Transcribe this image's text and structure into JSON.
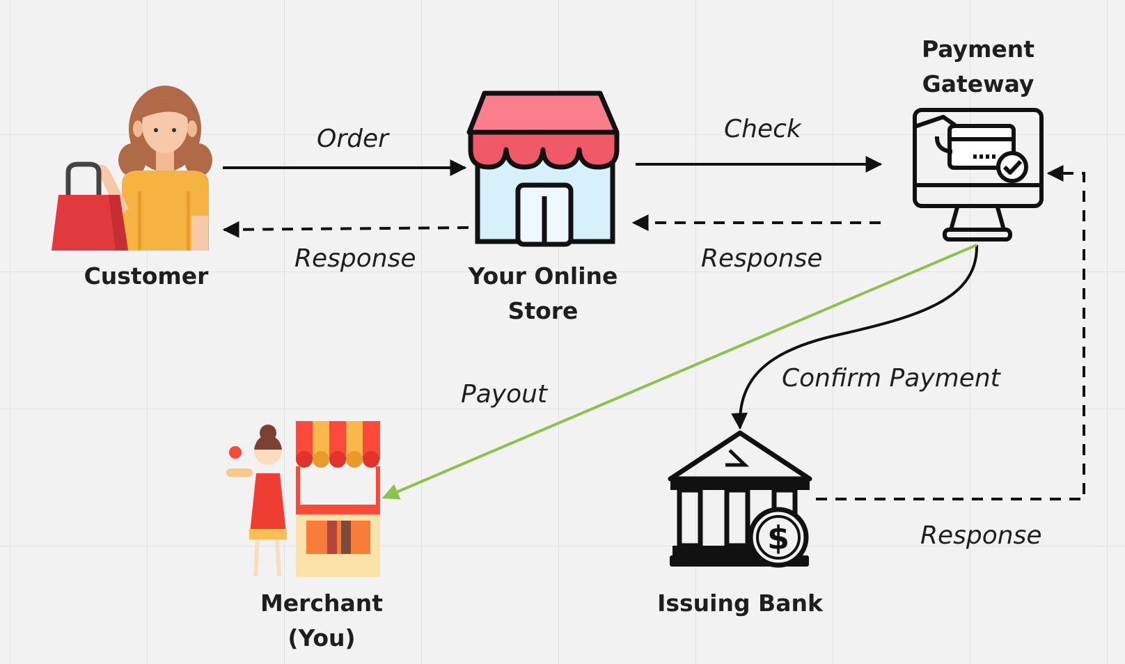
{
  "nodes": {
    "customer": {
      "label": "Customer"
    },
    "store": {
      "label_line1": "Your Online",
      "label_line2": "Store"
    },
    "gateway": {
      "label_line1": "Payment",
      "label_line2": "Gateway"
    },
    "merchant": {
      "label_line1": "Merchant",
      "label_line2": "(You)"
    },
    "bank": {
      "label": "Issuing Bank"
    }
  },
  "edges": {
    "order": "Order",
    "response_store_customer": "Response",
    "check": "Check",
    "response_gateway_store": "Response",
    "confirm_payment": "Confirm Payment",
    "payout": "Payout",
    "response_bank_gateway": "Response"
  },
  "colors": {
    "line": "#111111",
    "payout_line": "#8bc34a",
    "awning_red": "#f05a68",
    "awning_pink": "#fb7e8c",
    "store_body": "#d7f1fb",
    "customer_shirt": "#f5b342",
    "bag_red": "#e0393e"
  }
}
